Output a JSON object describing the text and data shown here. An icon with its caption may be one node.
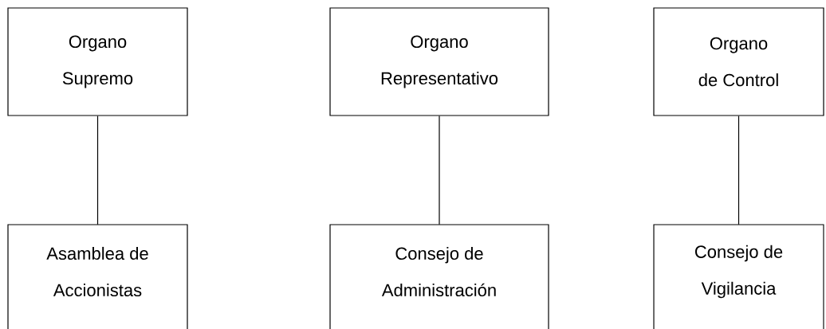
{
  "diagram": {
    "nodes": [
      {
        "text": [
          "Organo Supremo"
        ]
      },
      {
        "text": [
          "Organo Representativo"
        ]
      },
      {
        "text": [
          "Organo de Control"
        ]
      },
      {
        "text": [
          "Asamblea de Accionistas"
        ]
      },
      {
        "text": [
          "Consejo de Administración"
        ]
      },
      {
        "text": [
          "Consejo de Vigilancia"
        ]
      }
    ],
    "edges": [
      {
        "from": 0,
        "to": 3,
        "arrow": "none"
      },
      {
        "from": 1,
        "to": 4,
        "arrow": "none"
      },
      {
        "from": 2,
        "to": 5,
        "arrow": "none"
      }
    ]
  }
}
